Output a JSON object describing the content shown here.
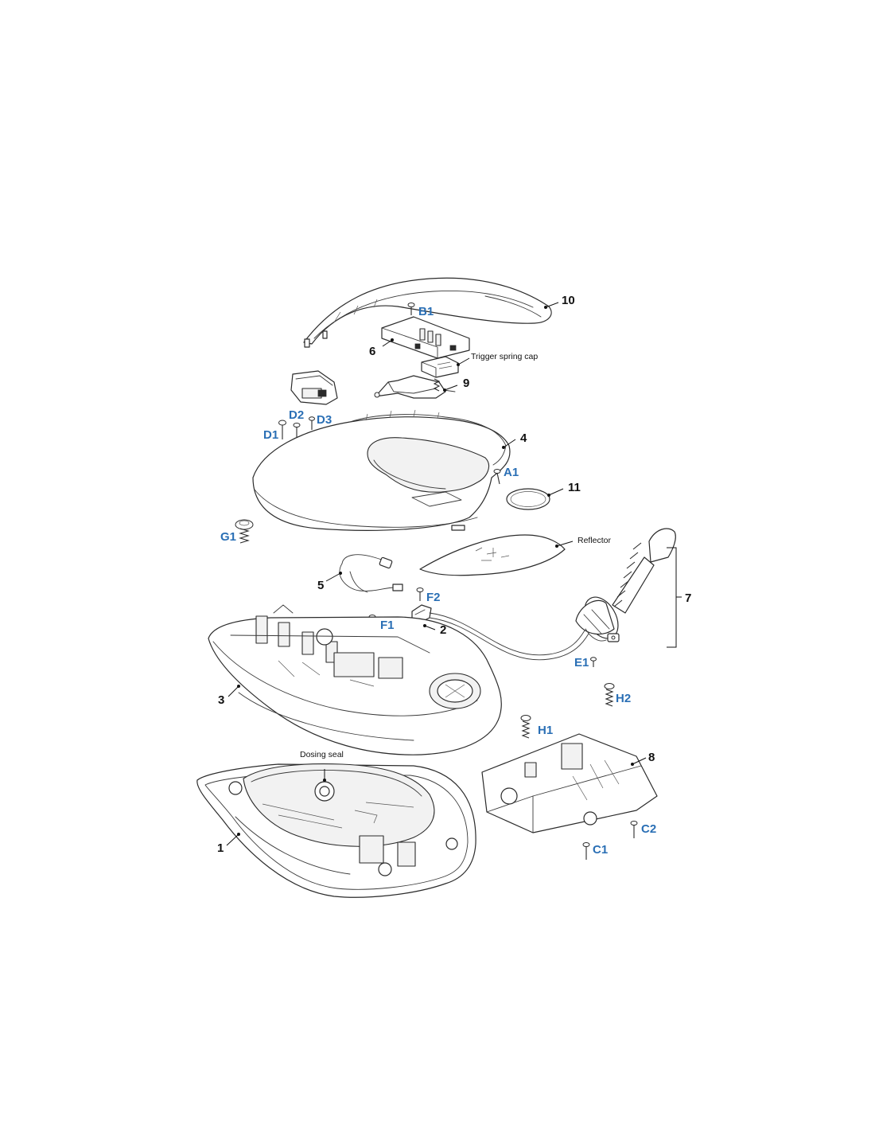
{
  "labels": {
    "part_1": "1",
    "part_2": "2",
    "part_3": "3",
    "part_4": "4",
    "part_5": "5",
    "part_6": "6",
    "part_7": "7",
    "part_8": "8",
    "part_9": "9",
    "part_10": "10",
    "part_11": "11",
    "screw_a1": "A1",
    "screw_b1": "B1",
    "screw_c1": "C1",
    "screw_c2": "C2",
    "screw_d1": "D1",
    "screw_d2": "D2",
    "screw_d3": "D3",
    "screw_e1": "E1",
    "screw_f1": "F1",
    "screw_f2": "F2",
    "screw_g1": "G1",
    "screw_h1": "H1",
    "screw_h2": "H2"
  },
  "notes": {
    "trigger_spring_cap": "Trigger spring cap",
    "reflector": "Reflector",
    "dosing_seal": "Dosing seal"
  },
  "colors": {
    "part_number": "#111111",
    "screw_code": "#2a6fb5",
    "line_art": "#2b2b2b"
  }
}
